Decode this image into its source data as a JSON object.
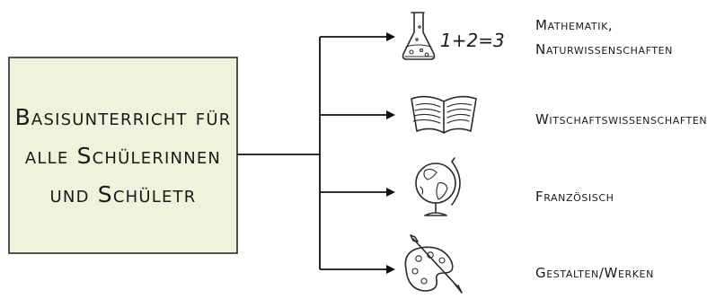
{
  "main_box": {
    "lines": [
      "Basisunterricht für",
      "alle Schülerinnen",
      "und Schületr"
    ],
    "fill": "#eef3dc",
    "border": "#2a2a2a"
  },
  "branches": [
    {
      "lines": [
        "Mathematik,",
        "Naturwissenschaften"
      ],
      "icon": "flask-icon",
      "extra": "1+2=3"
    },
    {
      "lines": [
        "Witschaftswissenschaften"
      ],
      "icon": "book-icon"
    },
    {
      "lines": [
        "Französisch"
      ],
      "icon": "globe-icon"
    },
    {
      "lines": [
        "Gestalten/Werken"
      ],
      "icon": "palette-icon"
    }
  ],
  "colors": {
    "line": "#111111",
    "text": "#1a1a1a"
  }
}
